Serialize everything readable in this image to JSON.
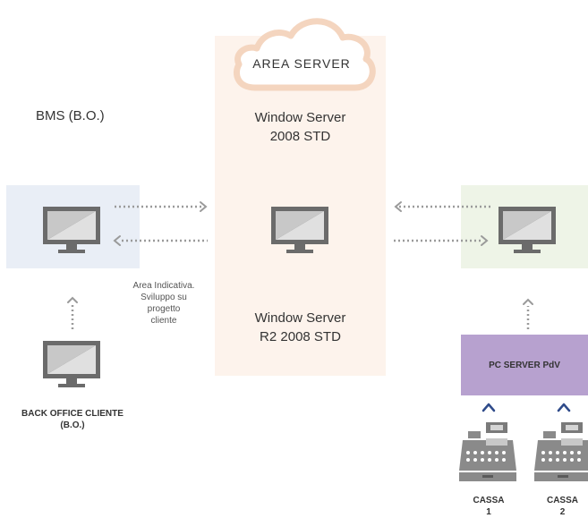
{
  "cloud": {
    "label": "AREA SERVER"
  },
  "server": {
    "top_label_line1": "Window Server",
    "top_label_line2": "2008 STD",
    "bottom_label_line1": "Window Server",
    "bottom_label_line2": "R2 2008 STD"
  },
  "bms": {
    "label": "BMS (B.O.)"
  },
  "note": {
    "line1": "Area Indicativa.",
    "line2": "Sviluppo su",
    "line3": "progetto",
    "line4": "cliente"
  },
  "back_office": {
    "line1": "BACK OFFICE CLIENTE",
    "line2": "(B.O.)"
  },
  "pc_server": {
    "label": "PC SERVER PdV"
  },
  "cassa1": {
    "line1": "CASSA",
    "line2": "1"
  },
  "cassa2": {
    "line1": "CASSA",
    "line2": "2"
  },
  "colors": {
    "server_panel": "#fdf3ec",
    "bms_panel": "#e9eef6",
    "pdv_panel": "#eef4e7",
    "pc_server_panel": "#b7a1cf",
    "monitor": "#6b6b6b",
    "arrow_dotted": "#9a9a9a",
    "arrow_solid": "#2f4b8a"
  }
}
